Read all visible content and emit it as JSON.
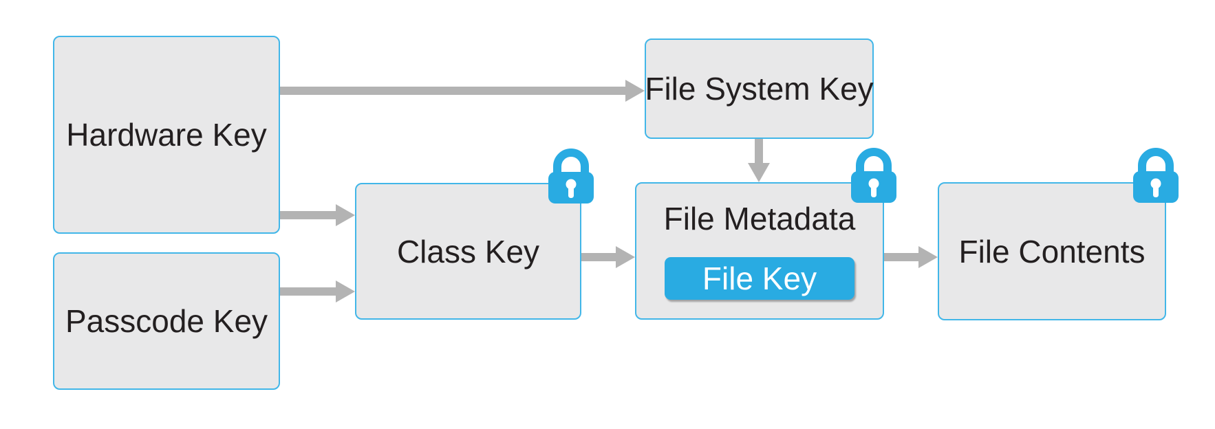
{
  "diagram": {
    "type": "flow-diagram",
    "description": "Encryption key hierarchy",
    "nodes": [
      {
        "id": "hardware-key",
        "label": "Hardware Key",
        "lock": false
      },
      {
        "id": "passcode-key",
        "label": "Passcode Key",
        "lock": false
      },
      {
        "id": "class-key",
        "label": "Class Key",
        "lock": true
      },
      {
        "id": "file-system-key",
        "label": "File System Key",
        "lock": false
      },
      {
        "id": "file-metadata",
        "label": "File Metadata",
        "lock": true,
        "contains": {
          "id": "file-key",
          "label": "File Key"
        }
      },
      {
        "id": "file-contents",
        "label": "File Contents",
        "lock": true
      }
    ],
    "edges": [
      {
        "from": "hardware-key",
        "to": "file-system-key"
      },
      {
        "from": "hardware-key",
        "to": "class-key"
      },
      {
        "from": "passcode-key",
        "to": "class-key"
      },
      {
        "from": "class-key",
        "to": "file-metadata"
      },
      {
        "from": "file-system-key",
        "to": "file-metadata"
      },
      {
        "from": "file-metadata",
        "to": "file-contents"
      }
    ],
    "icons": {
      "lock": "padlock-locked"
    },
    "colors": {
      "accent_blue": "#29abe2",
      "box_border_blue": "#41b6e8",
      "box_fill_gray": "#e8e8e9",
      "arrow_gray": "#b3b3b3",
      "text_dark": "#231f20",
      "file_key_text": "#ffffff"
    }
  }
}
